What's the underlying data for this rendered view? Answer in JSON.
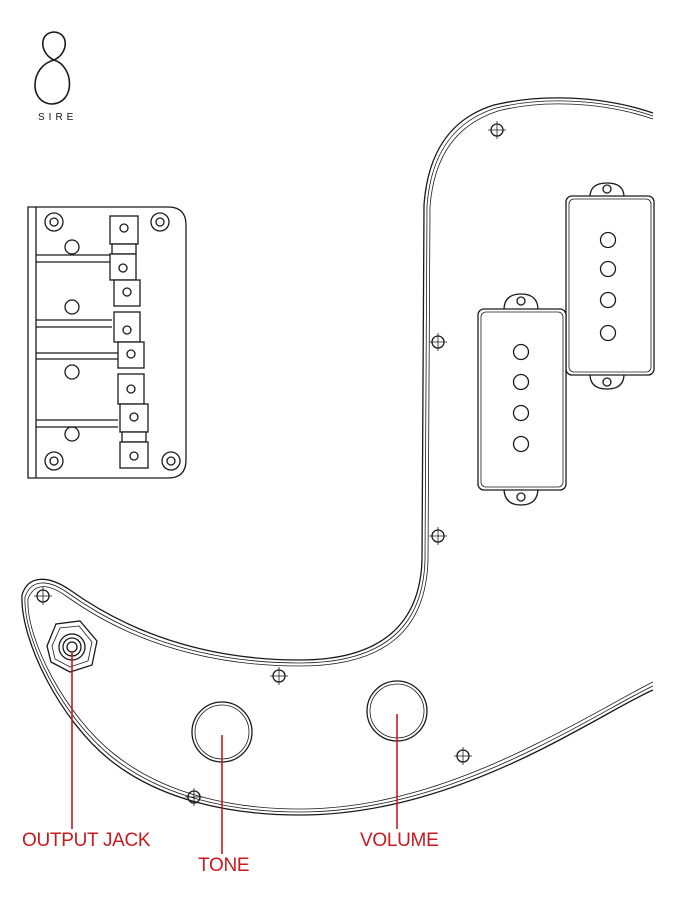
{
  "brand": {
    "name": "SIRE",
    "logo_icon": "sire-s-logo"
  },
  "callouts": {
    "output_jack": "OUTPUT JACK",
    "tone": "TONE",
    "volume": "VOLUME"
  },
  "colors": {
    "callout": "#c8191f",
    "line": "#1a1a1a",
    "background": "#ffffff"
  },
  "parts": [
    "bridge",
    "pickguard",
    "pickup-neck-side",
    "pickup-bridge-side",
    "output-jack",
    "tone-knob",
    "volume-knob",
    "mounting-screws"
  ]
}
